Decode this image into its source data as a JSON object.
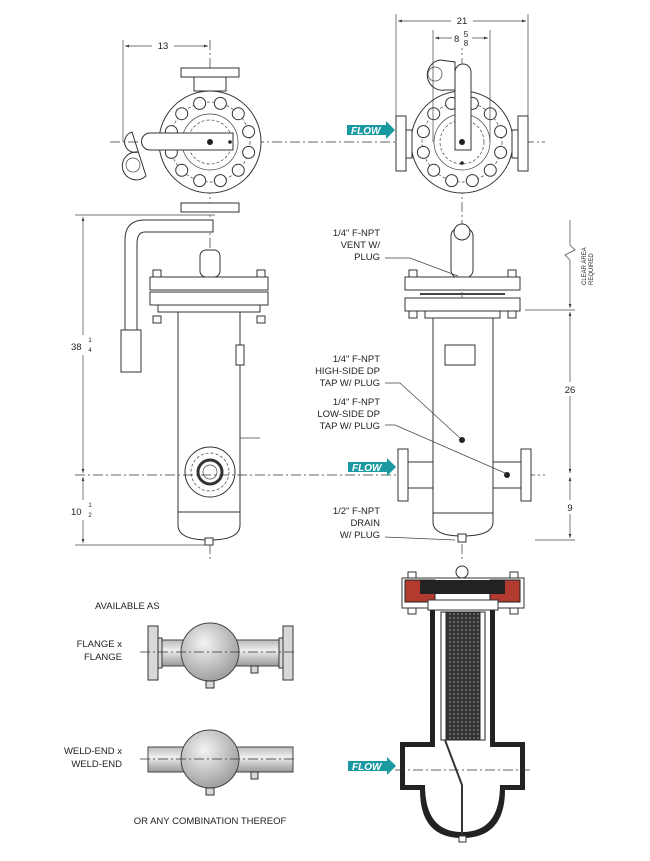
{
  "colors": {
    "flow_arrow": "#1a9aa0",
    "gasket": "#b33a2e"
  },
  "flow_label": "FLOW",
  "dimensions": {
    "plan_left_width": "13",
    "plan_right_width": "21",
    "plan_right_inner": {
      "whole": "8",
      "num": "5",
      "den": "8"
    },
    "overall_height": {
      "whole": "38",
      "num": "1",
      "den": "4"
    },
    "inlet_height": {
      "whole": "10",
      "num": "1",
      "den": "2"
    },
    "body_height": "26",
    "outlet_height": "9"
  },
  "clear_area": [
    "CLEAR AREA",
    "REQUIRED"
  ],
  "callouts": {
    "vent": [
      "1/4\" F-NPT",
      "VENT W/",
      "PLUG"
    ],
    "high_side": [
      "1/4\" F-NPT",
      "HIGH-SIDE DP",
      "TAP W/ PLUG"
    ],
    "low_side": [
      "1/4\" F-NPT",
      "LOW-SIDE DP",
      "TAP W/ PLUG"
    ],
    "drain": [
      "1/2\" F-NPT",
      "DRAIN",
      "W/ PLUG"
    ]
  },
  "options": {
    "heading": "AVAILABLE AS",
    "flange": [
      "FLANGE x",
      "FLANGE"
    ],
    "weld": [
      "WELD-END x",
      "WELD-END"
    ],
    "footer": "OR ANY COMBINATION THEREOF"
  }
}
